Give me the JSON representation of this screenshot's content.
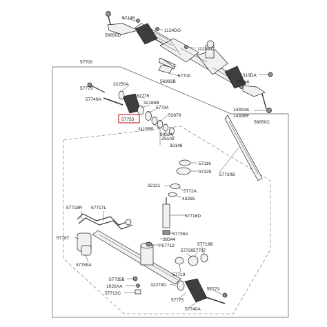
{
  "labels": {
    "l57146_top": "57146",
    "l1124dg": "1124DG",
    "l56850d": "56850D",
    "l1123mc": "1123MC",
    "l57700_top": "57700",
    "l56992b": "56992B",
    "l57700_main": "57700",
    "l1313da": "1313DA",
    "l57146_right": "57146",
    "l1430ak": "1430AK",
    "l1430bf": "1430BF",
    "l56850c": "56850C",
    "l57773_top": "57773",
    "l32250a": "32250A",
    "l57740a_top": "57740A",
    "l57775_top": "57775",
    "l32185b": "32185B",
    "l57753": "57753",
    "l57734": "57734",
    "l53879": "53879",
    "l31155e": "31155E",
    "l99594": "99594",
    "lz5105": "Z5105",
    "l32148": "32148",
    "l57116": "57116",
    "l37329": "37329",
    "l57720b": "57720B",
    "l32121": "32121",
    "l57772a": "5772A",
    "l43255": "43255",
    "l57718r": "57718R",
    "l57717l": "57717L",
    "l57716d": "57716D",
    "l57787": "57787",
    "l57736a": "57736A",
    "l38344": "38344",
    "lp57712": "P57712",
    "l57719b": "57719B",
    "l57720": "57720",
    "l57737": "57737",
    "l57789a": "57789A",
    "l57719": "57719",
    "l57735b": "57735B",
    "l1022aa": "1022AA",
    "l57713c": "57713C",
    "l32270d": "32270D",
    "l57775_bot": "57775",
    "l57773_bot": "57773",
    "l57740a_bot": "57740A"
  },
  "highlight_part": "57753",
  "colors": {
    "highlight": "#d8232a",
    "line": "#333333",
    "part_fill": "#f1f1f1",
    "part_dark": "#8f8f8f"
  }
}
